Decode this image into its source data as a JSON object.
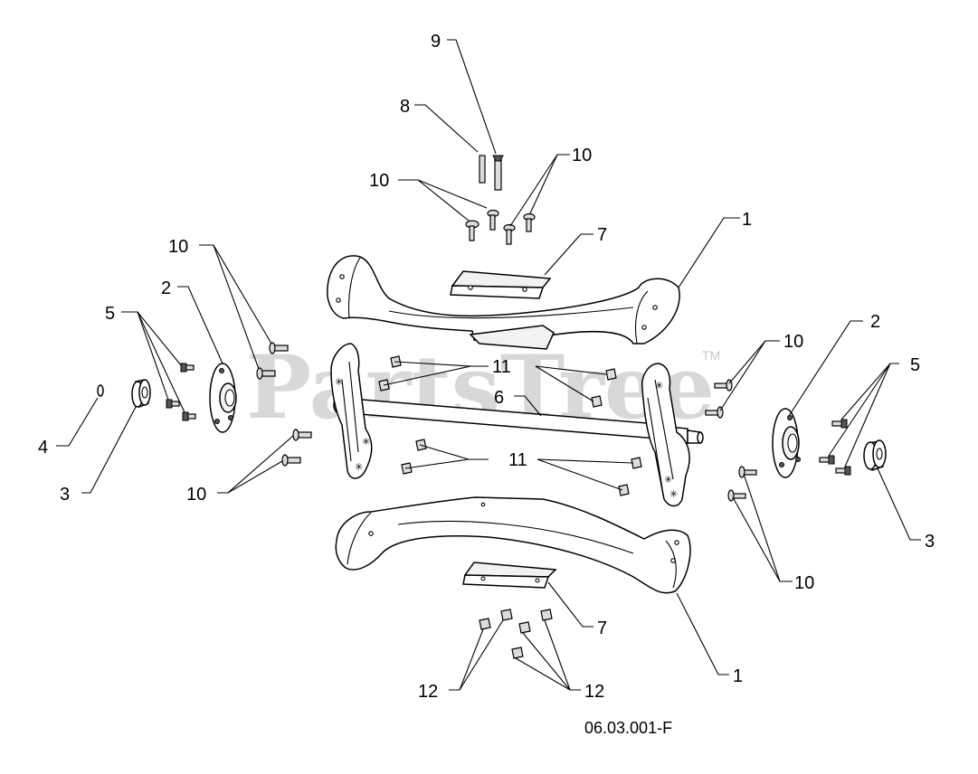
{
  "diagram": {
    "drawing_number": "06.03.001-F",
    "watermark": {
      "text": "PartsTree",
      "mark": "TM"
    },
    "callouts": [
      {
        "id": "c9",
        "label": "9"
      },
      {
        "id": "c8",
        "label": "8"
      },
      {
        "id": "c10a",
        "label": "10"
      },
      {
        "id": "c10b",
        "label": "10"
      },
      {
        "id": "c10c",
        "label": "10"
      },
      {
        "id": "c7top",
        "label": "7"
      },
      {
        "id": "c1top",
        "label": "1"
      },
      {
        "id": "c2left",
        "label": "2"
      },
      {
        "id": "c5left",
        "label": "5"
      },
      {
        "id": "c11top",
        "label": "11"
      },
      {
        "id": "c6",
        "label": "6"
      },
      {
        "id": "c10d",
        "label": "10"
      },
      {
        "id": "c2right",
        "label": "2"
      },
      {
        "id": "c5right",
        "label": "5"
      },
      {
        "id": "c4",
        "label": "4"
      },
      {
        "id": "c3left",
        "label": "3"
      },
      {
        "id": "c10e",
        "label": "10"
      },
      {
        "id": "c11bot",
        "label": "11"
      },
      {
        "id": "c3right",
        "label": "3"
      },
      {
        "id": "c10f",
        "label": "10"
      },
      {
        "id": "c7bot",
        "label": "7"
      },
      {
        "id": "c1bot",
        "label": "1"
      },
      {
        "id": "c12a",
        "label": "12"
      },
      {
        "id": "c12b",
        "label": "12"
      }
    ]
  }
}
